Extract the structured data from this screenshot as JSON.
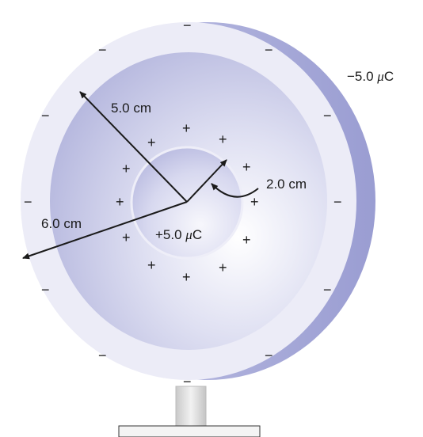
{
  "labels": {
    "outer_charge_value": "−5.0",
    "inner_charge_value": "+5.0",
    "mu": "μ",
    "unit": "C",
    "inner_radius": "2.0 cm",
    "outer_inner_radius": "5.0 cm",
    "outer_radius": "6.0 cm"
  },
  "signs": {
    "minus": "−",
    "plus": "+"
  },
  "colors": {
    "shell_outer": "#eaeaf6",
    "shell_inner": "#b9bbe0",
    "shell_side": "#a4a7d6",
    "sphere": "#c9cbe9",
    "stand": "#dcdcdc",
    "stroke": "#1a1a1a"
  }
}
